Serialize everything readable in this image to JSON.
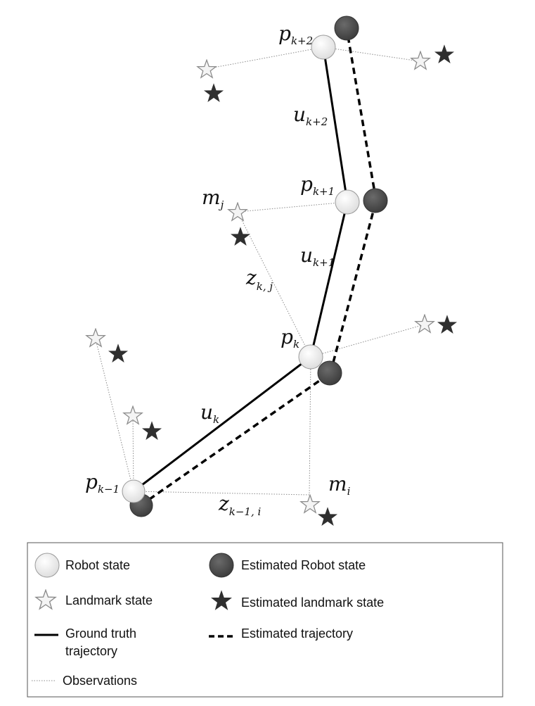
{
  "nodes": {
    "p_km1": {
      "sym": "p",
      "sub": "k−1"
    },
    "p_k": {
      "sym": "p",
      "sub": "k"
    },
    "p_kp1": {
      "sym": "p",
      "sub": "k+1"
    },
    "p_kp2": {
      "sym": "p",
      "sub": "k+2"
    },
    "m_j": {
      "sym": "m",
      "sub": "j"
    },
    "m_i": {
      "sym": "m",
      "sub": "i"
    }
  },
  "edges": {
    "u_k": {
      "sym": "u",
      "sub": "k"
    },
    "u_kp1": {
      "sym": "u",
      "sub": "k+1"
    },
    "u_kp2": {
      "sym": "u",
      "sub": "k+2"
    },
    "z_kj": {
      "sym": "z",
      "sub": "k, j"
    },
    "z_km1i": {
      "sym": "z",
      "sub": "k−1, i"
    }
  },
  "legend": {
    "robot_state": "Robot state",
    "estimated_robot_state": "Estimated Robot state",
    "landmark_state": "Landmark  state",
    "estimated_landmark_state": "Estimated landmark  state",
    "ground_truth_line1": "Ground truth",
    "ground_truth_line2": "trajectory",
    "estimated_trajectory": "Estimated trajectory",
    "observations": "Observations"
  },
  "colors": {
    "robot_fill": "#ffffff",
    "estimated_fill": "#4a4a4a",
    "landmark_fill": "#f4f4f4",
    "estimated_landmark_fill": "#2f2f2f",
    "line": "#000000",
    "observation": "#888888"
  }
}
